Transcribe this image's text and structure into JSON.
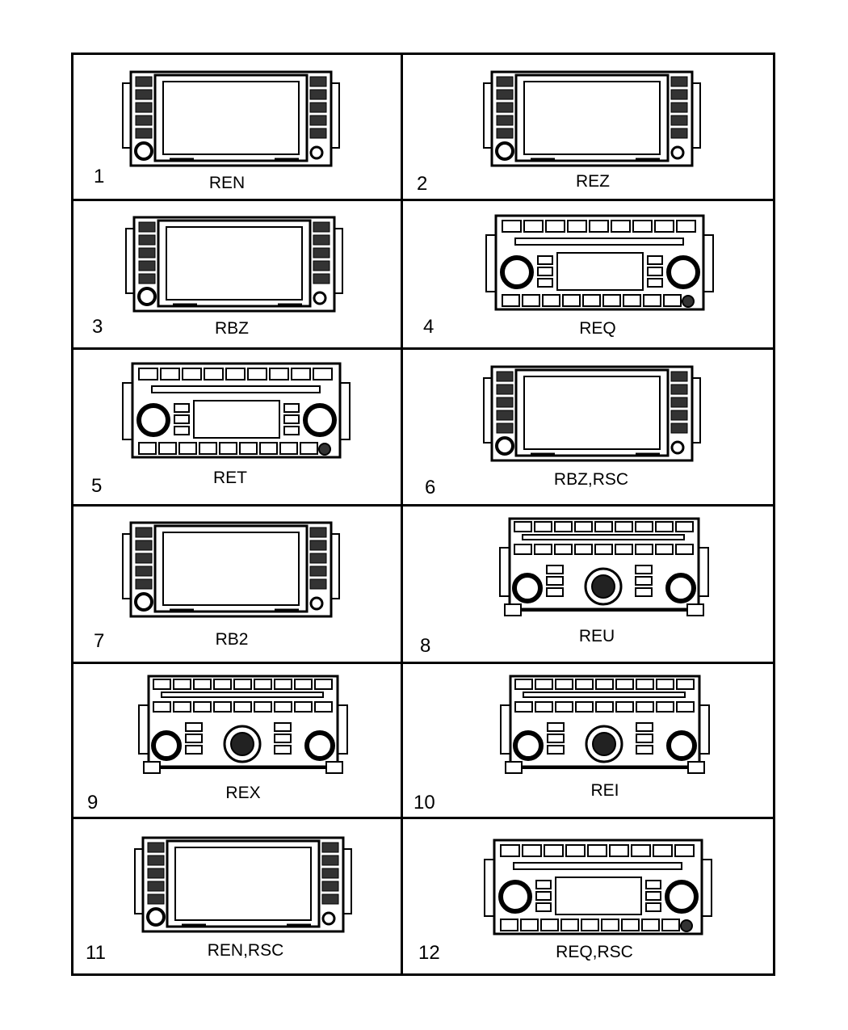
{
  "cells": [
    {
      "number": "1",
      "code": "REN",
      "style": "screen"
    },
    {
      "number": "2",
      "code": "REZ",
      "style": "screen"
    },
    {
      "number": "3",
      "code": "RBZ",
      "style": "screen"
    },
    {
      "number": "4",
      "code": "REQ",
      "style": "buttons"
    },
    {
      "number": "5",
      "code": "RET",
      "style": "buttons"
    },
    {
      "number": "6",
      "code": "RBZ,RSC",
      "style": "screen"
    },
    {
      "number": "7",
      "code": "RB2",
      "style": "screen"
    },
    {
      "number": "8",
      "code": "REU",
      "style": "knob"
    },
    {
      "number": "9",
      "code": "REX",
      "style": "knob"
    },
    {
      "number": "10",
      "code": "REI",
      "style": "knob"
    },
    {
      "number": "11",
      "code": "REN,RSC",
      "style": "screen"
    },
    {
      "number": "12",
      "code": "REQ,RSC",
      "style": "buttons"
    }
  ]
}
